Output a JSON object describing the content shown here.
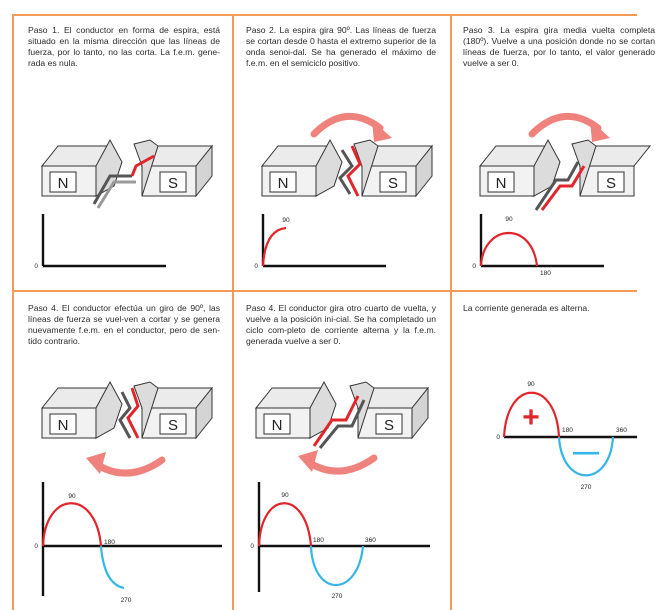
{
  "colors": {
    "border": "#f39a57",
    "positive": "#e2242b",
    "negative": "#36b6e6",
    "arrow": "#f0827d"
  },
  "panels": [
    {
      "text": "Paso 1. El conductor en forma de espira, está situado en la misma dirección que las líneas de fuerza, por lo tanto, no las corta. La f.e.m. gene-rada es nula."
    },
    {
      "text": "Paso 2. La espira gira 90º. Las líneas de fuerza se cortan desde 0 hasta el extremo superior de la onda senoi-dal. Se ha generado el máximo de f.e.m. en el semiciclo positivo."
    },
    {
      "text": "Paso 3. La espira gira media vuelta completa (180º). Vuelve a una posición donde no se cortan líneas de fuerza, por lo tanto, el valor generado vuelve a ser 0."
    },
    {
      "text": "Paso 4. El conductor efectúa un giro de 90º, las líneas de fuerza se vuel-ven a cortar y se genera nuevamente f.e.m. en el conductor, pero de sen-tido contrario."
    },
    {
      "text": "Paso 4. El conductor gira otro cuarto de vuelta, y vuelve a la posición ini-cial. Se ha completado un ciclo com-pleto de corriente alterna y la f.e.m. generada vuelve a ser 0."
    },
    {
      "text": "La corriente generada es alterna."
    }
  ],
  "magnet": {
    "north": "N",
    "south": "S"
  },
  "axis": {
    "zero": "0",
    "d90": "90",
    "d180": "180",
    "d270": "270",
    "d360": "360"
  },
  "signs": {
    "plus": "+",
    "minus": "—"
  }
}
